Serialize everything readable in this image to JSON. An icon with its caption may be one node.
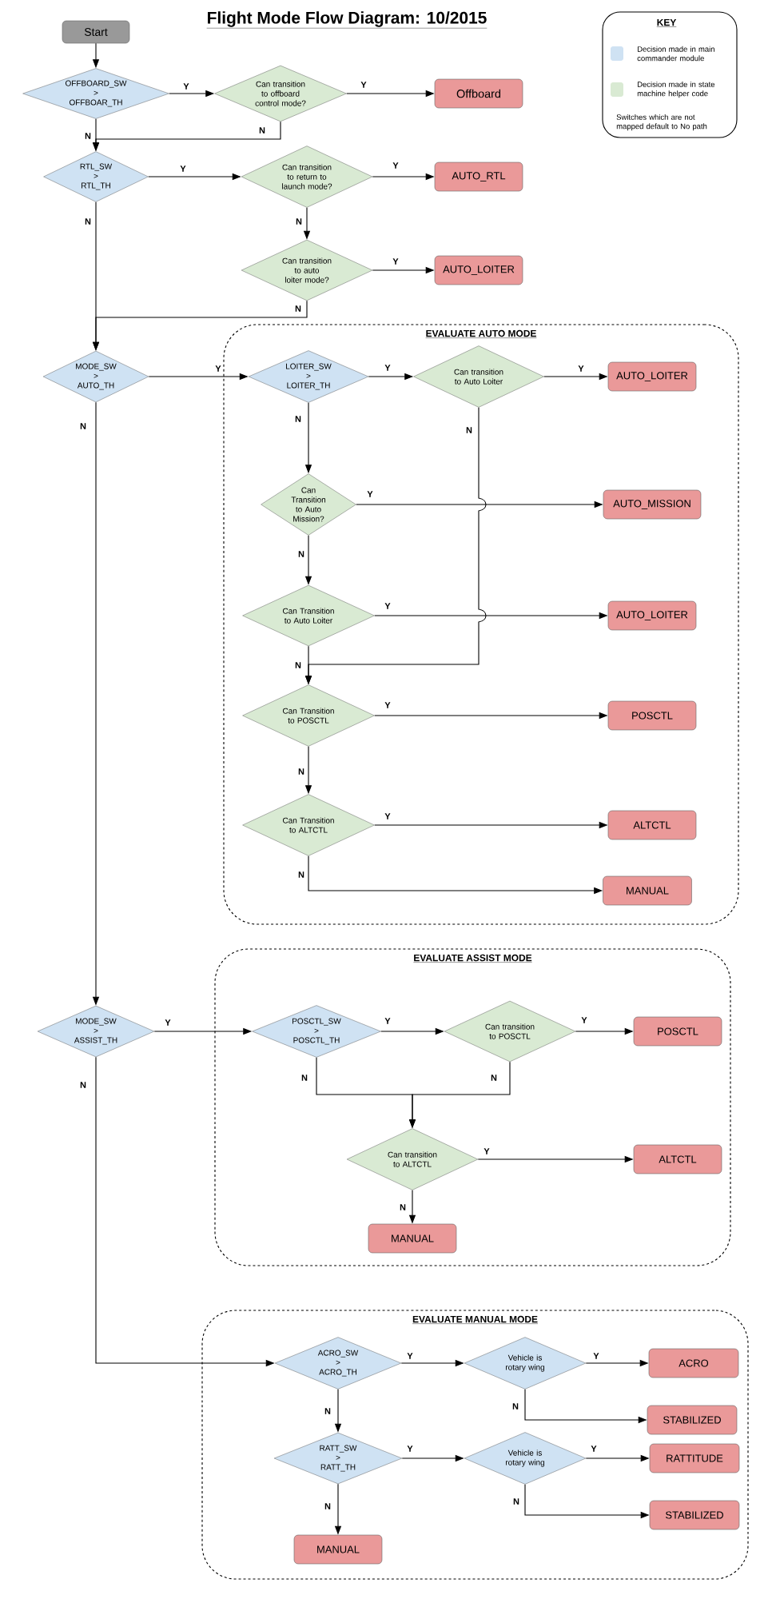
{
  "diagram": {
    "title": "Flight Mode Flow Diagram: 10/2015",
    "nodes": [
      {
        "text": [
          "Start"
        ]
      },
      {
        "text": [
          "OFFBOARD_SW > OFFBOAR_TH"
        ]
      },
      {
        "text": [
          "Can transition to offboard control mode?"
        ]
      },
      {
        "text": [
          "Offboard"
        ]
      },
      {
        "text": [
          "RTL_SW > RTL_TH"
        ]
      },
      {
        "text": [
          "Can transition to return to launch mode?"
        ]
      },
      {
        "text": [
          "AUTO_RTL"
        ]
      },
      {
        "text": [
          "Can transition to auto loiter mode?"
        ]
      },
      {
        "text": [
          "AUTO_LOITER"
        ]
      },
      {
        "text": [
          "MODE_SW > AUTO_TH"
        ]
      },
      {
        "text": [
          "EVALUATE AUTO MODE"
        ]
      },
      {
        "text": [
          "LOITER_SW > LOITER_TH"
        ],
        "in": 10
      },
      {
        "text": [
          "Can transition to Auto Loiter"
        ],
        "in": 10
      },
      {
        "text": [
          "AUTO_LOITER"
        ],
        "in": 10
      },
      {
        "text": [
          "Can Transition to Auto Mission?"
        ],
        "in": 10
      },
      {
        "text": [
          "AUTO_MISSION"
        ],
        "in": 10
      },
      {
        "text": [
          "Can Transition to Auto Loiter"
        ],
        "in": 10
      },
      {
        "text": [
          "AUTO_LOITER"
        ],
        "in": 10
      },
      {
        "text": [
          "Can Transition to POSCTL"
        ],
        "in": 10
      },
      {
        "text": [
          "POSCTL"
        ],
        "in": 10
      },
      {
        "text": [
          "Can Transition to ALTCTL"
        ],
        "in": 10
      },
      {
        "text": [
          "ALTCTL"
        ],
        "in": 10
      },
      {
        "text": [
          "MANUAL"
        ],
        "in": 10
      },
      {
        "text": [
          "MODE_SW > ASSIST_TH"
        ]
      },
      {
        "text": [
          "EVALUATE ASSIST MODE"
        ]
      },
      {
        "text": [
          "POSCTL_SW > POSCTL_TH"
        ],
        "in": 24
      },
      {
        "text": [
          "Can transition to POSCTL"
        ],
        "in": 24
      },
      {
        "text": [
          "POSCTL"
        ],
        "in": 24
      },
      {
        "text": [
          "Can transition to ALTCTL"
        ],
        "in": 24
      },
      {
        "text": [
          "ALTCTL"
        ],
        "in": 24
      },
      {
        "text": [
          "MANUAL"
        ],
        "in": 24
      },
      {
        "text": [
          "EVALUATE MANUAL MODE"
        ]
      },
      {
        "text": [
          "ACRO_SW > ACRO_TH"
        ],
        "in": 31
      },
      {
        "text": [
          "Vehicle is rotary wing"
        ],
        "in": 31
      },
      {
        "text": [
          "ACRO"
        ],
        "in": 31
      },
      {
        "text": [
          "STABILIZED"
        ],
        "in": 31
      },
      {
        "text": [
          "RATT_SW > RATT_TH"
        ],
        "in": 31
      },
      {
        "text": [
          "Vehicle is rotary wing"
        ],
        "in": 31
      },
      {
        "text": [
          "RATTITUDE"
        ],
        "in": 31
      },
      {
        "text": [
          "STABILIZED"
        ],
        "in": 31
      },
      {
        "text": [
          "MANUAL"
        ],
        "in": 31
      }
    ],
    "edges": [
      {
        "from": 0,
        "to": 1,
        "arrow": "to"
      },
      {
        "from": 1,
        "to": 2,
        "arrow": "to",
        "label": "Y"
      },
      {
        "from": 2,
        "to": 3,
        "arrow": "to",
        "label": "Y"
      },
      {
        "from": 1,
        "to": 4,
        "arrow": "to",
        "label": "N"
      },
      {
        "from": 2,
        "to": 4,
        "arrow": "to",
        "label": "N"
      },
      {
        "from": 4,
        "to": 5,
        "arrow": "to",
        "label": "Y"
      },
      {
        "from": 5,
        "to": 6,
        "arrow": "to",
        "label": "Y"
      },
      {
        "from": 5,
        "to": 7,
        "arrow": "to",
        "label": "N"
      },
      {
        "from": 7,
        "to": 8,
        "arrow": "to",
        "label": "Y"
      },
      {
        "from": 4,
        "to": 9,
        "arrow": "to",
        "label": "N"
      },
      {
        "from": 7,
        "to": 9,
        "arrow": "to",
        "label": "N"
      },
      {
        "from": 9,
        "to": 11,
        "arrow": "to",
        "label": "Y"
      },
      {
        "from": 11,
        "to": 12,
        "arrow": "to",
        "label": "Y"
      },
      {
        "from": 12,
        "to": 13,
        "arrow": "to",
        "label": "Y"
      },
      {
        "from": 11,
        "to": 14,
        "arrow": "to",
        "label": "N"
      },
      {
        "from": 14,
        "to": 15,
        "arrow": "to",
        "label": "Y"
      },
      {
        "from": 14,
        "to": 16,
        "arrow": "to",
        "label": "N"
      },
      {
        "from": 16,
        "to": 17,
        "arrow": "to",
        "label": "Y"
      },
      {
        "from": 12,
        "to": 18,
        "arrow": "to",
        "label": "N"
      },
      {
        "from": 16,
        "to": 18,
        "arrow": "to",
        "label": "N"
      },
      {
        "from": 18,
        "to": 19,
        "arrow": "to",
        "label": "Y"
      },
      {
        "from": 18,
        "to": 20,
        "arrow": "to",
        "label": "N"
      },
      {
        "from": 20,
        "to": 21,
        "arrow": "to",
        "label": "Y"
      },
      {
        "from": 20,
        "to": 22,
        "arrow": "to",
        "label": "N"
      },
      {
        "from": 9,
        "to": 23,
        "arrow": "to",
        "label": "N"
      },
      {
        "from": 23,
        "to": 25,
        "arrow": "to",
        "label": "Y"
      },
      {
        "from": 25,
        "to": 26,
        "arrow": "to",
        "label": "Y"
      },
      {
        "from": 26,
        "to": 27,
        "arrow": "to",
        "label": "Y"
      },
      {
        "from": 25,
        "to": 28,
        "arrow": "to",
        "label": "N"
      },
      {
        "from": 26,
        "to": 28,
        "arrow": "to",
        "label": "N"
      },
      {
        "from": 28,
        "to": 29,
        "arrow": "to",
        "label": "Y"
      },
      {
        "from": 28,
        "to": 30,
        "arrow": "to",
        "label": "N"
      },
      {
        "from": 23,
        "to": 32,
        "arrow": "to",
        "label": "N"
      },
      {
        "from": 32,
        "to": 33,
        "arrow": "to",
        "label": "Y"
      },
      {
        "from": 33,
        "to": 34,
        "arrow": "to",
        "label": "Y"
      },
      {
        "from": 33,
        "to": 35,
        "arrow": "to",
        "label": "N"
      },
      {
        "from": 32,
        "to": 36,
        "arrow": "to",
        "label": "N"
      },
      {
        "from": 36,
        "to": 37,
        "arrow": "to",
        "label": "Y"
      },
      {
        "from": 37,
        "to": 38,
        "arrow": "to",
        "label": "Y"
      },
      {
        "from": 37,
        "to": 39,
        "arrow": "to",
        "label": "N"
      },
      {
        "from": 36,
        "to": 40,
        "arrow": "to",
        "label": "N"
      }
    ],
    "labels": [
      "KEY",
      "Switches which are not mapped default to No path"
    ],
    "legend": [
      {
        "text": "Decision made in main commander module",
        "color": "#cfe2f3"
      },
      {
        "text": "Decision made in state machine helper code",
        "color": "#d9ead3"
      }
    ]
  }
}
